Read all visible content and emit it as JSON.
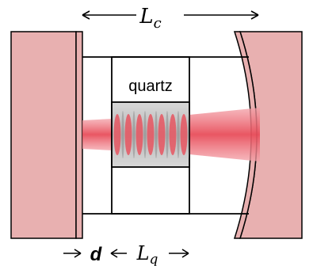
{
  "labels": {
    "cavity_length": "L",
    "cavity_length_sub": "c",
    "quartz_label": "quartz",
    "gap_label": "d",
    "quartz_length": "L",
    "quartz_length_sub": "q"
  },
  "colors": {
    "mirror_fill": "#e8b0b0",
    "beam": "#e84d5a",
    "quartz_fill": "#c9c9c9",
    "outline": "#000000"
  }
}
